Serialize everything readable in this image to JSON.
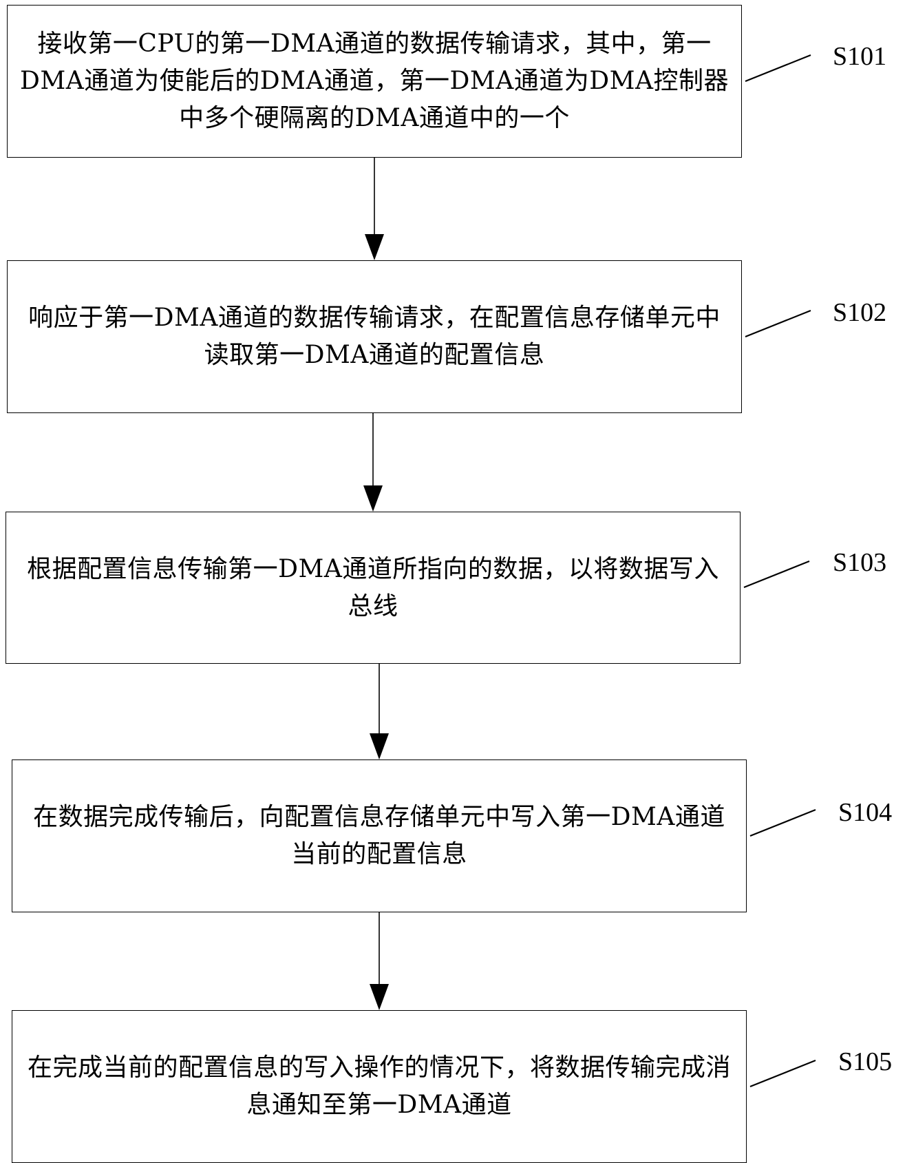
{
  "steps": [
    {
      "id": "S101",
      "label": "S101",
      "text": "接收第一CPU的第一DMA通道的数据传输请求，其中，第一DMA通道为使能后的DMA通道，第一DMA通道为DMA控制器中多个硬隔离的DMA通道中的一个"
    },
    {
      "id": "S102",
      "label": "S102",
      "text": "响应于第一DMA通道的数据传输请求，在配置信息存储单元中读取第一DMA通道的配置信息"
    },
    {
      "id": "S103",
      "label": "S103",
      "text": "根据配置信息传输第一DMA通道所指向的数据，以将数据写入总线"
    },
    {
      "id": "S104",
      "label": "S104",
      "text": "在数据完成传输后，向配置信息存储单元中写入第一DMA通道当前的配置信息"
    },
    {
      "id": "S105",
      "label": "S105",
      "text": "在完成当前的配置信息的写入操作的情况下，将数据传输完成消息通知至第一DMA通道"
    }
  ],
  "colors": {
    "stroke": "#000000",
    "background": "#ffffff"
  }
}
